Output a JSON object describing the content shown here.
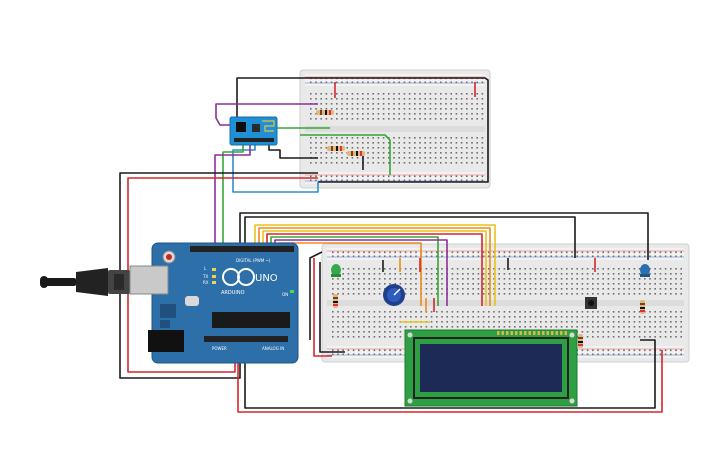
{
  "board": {
    "logo_text": "UNO",
    "brand_text": "ARDUINO",
    "digital_label": "DIGITAL (PWM ~)",
    "power_label": "POWER",
    "analog_label": "ANALOG IN",
    "led_labels": [
      "L",
      "TX",
      "RX"
    ],
    "on_label": "ON"
  },
  "colors": {
    "wire_red": "#d7262a",
    "wire_black": "#1a1a1a",
    "wire_green": "#36a636",
    "wire_blue": "#2a8fd0",
    "wire_purple": "#8b2f9b",
    "wire_orange": "#f08a1c",
    "wire_yellow": "#e9c21b",
    "board_blue": "#2d6fa8",
    "lcd_green": "#2ea043",
    "lcd_screen": "#1c2a55",
    "esp_blue": "#1f8fd6",
    "breadboard": "#e9e9e9"
  }
}
